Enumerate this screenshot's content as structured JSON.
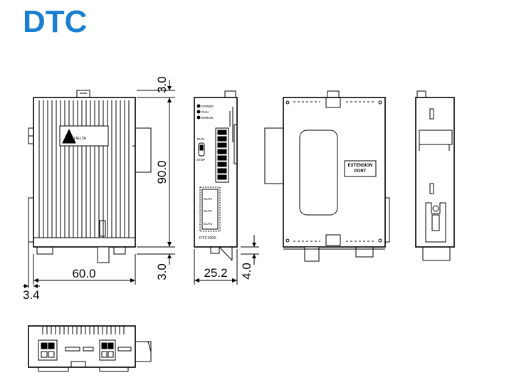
{
  "title": "DTC",
  "colors": {
    "title": "#1a7fd1",
    "line": "#000000",
    "background": "#ffffff"
  },
  "dimensions": {
    "top_gap": "3.0",
    "height": "90.0",
    "bottom_gap": "3.0",
    "width": "60.0",
    "offset": "3.4",
    "depth": "25.2",
    "rail": "4.0"
  },
  "front": {
    "logo": "DELTA",
    "leds": [
      "POWER",
      "RUN",
      "ERROR"
    ],
    "switch_top": "RUN",
    "switch_bottom": "STOP",
    "model": "DTC1000",
    "outputs": [
      "OUT1",
      "OUT2",
      "OUT3"
    ]
  },
  "side": {
    "port_line1": "EXTENSION",
    "port_line2": "PORT"
  }
}
